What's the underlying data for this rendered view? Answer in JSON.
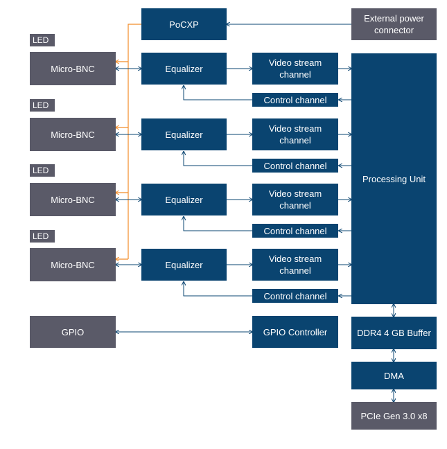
{
  "poc": "PoCXP",
  "ext_power": "External power\nconnector",
  "processing": "Processing Unit",
  "ddr": "DDR4 4 GB Buffer",
  "dma": "DMA",
  "pcie": "PCIe Gen 3.0 x8",
  "gpio": "GPIO",
  "gpio_ctrl": "GPIO Controller",
  "channels": [
    {
      "led": "LED",
      "bnc": "Micro-BNC",
      "eq": "Equalizer",
      "video": "Video stream\nchannel",
      "ctrl": "Control channel"
    },
    {
      "led": "LED",
      "bnc": "Micro-BNC",
      "eq": "Equalizer",
      "video": "Video stream\nchannel",
      "ctrl": "Control channel"
    },
    {
      "led": "LED",
      "bnc": "Micro-BNC",
      "eq": "Equalizer",
      "video": "Video stream\nchannel",
      "ctrl": "Control channel"
    },
    {
      "led": "LED",
      "bnc": "Micro-BNC",
      "eq": "Equalizer",
      "video": "Video stream\nchannel",
      "ctrl": "Control channel"
    }
  ],
  "colors": {
    "block": "#0a4470",
    "port": "#5a5a68",
    "power_line": "#f28c28",
    "signal_line": "#0a4470"
  }
}
